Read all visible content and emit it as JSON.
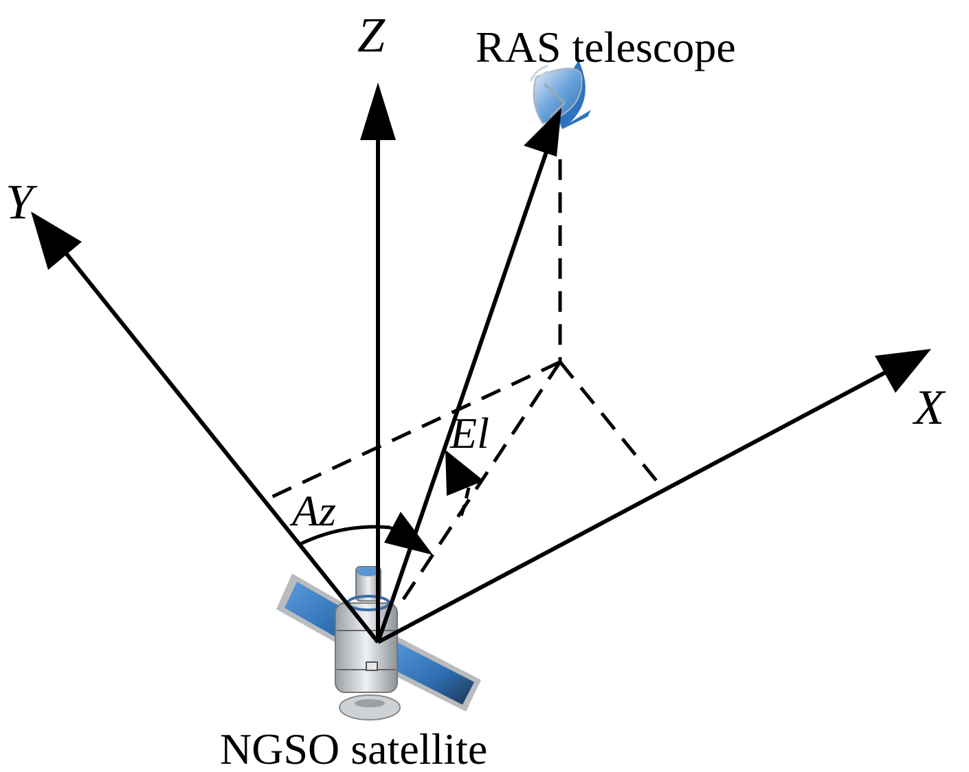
{
  "axes": {
    "x_label": "X",
    "y_label": "Y",
    "z_label": "Z"
  },
  "angles": {
    "azimuth_label": "Az",
    "elevation_label": "El"
  },
  "objects": {
    "telescope_label": "RAS telescope",
    "satellite_label": "NGSO satellite"
  },
  "icons": {
    "telescope": "radio-telescope-dish-icon",
    "satellite": "satellite-icon"
  },
  "colors": {
    "ink": "#000000",
    "panel_blue": "#3a7cc0",
    "dish_blue": "#3b82c9",
    "body_gray": "#c8ccd0"
  }
}
